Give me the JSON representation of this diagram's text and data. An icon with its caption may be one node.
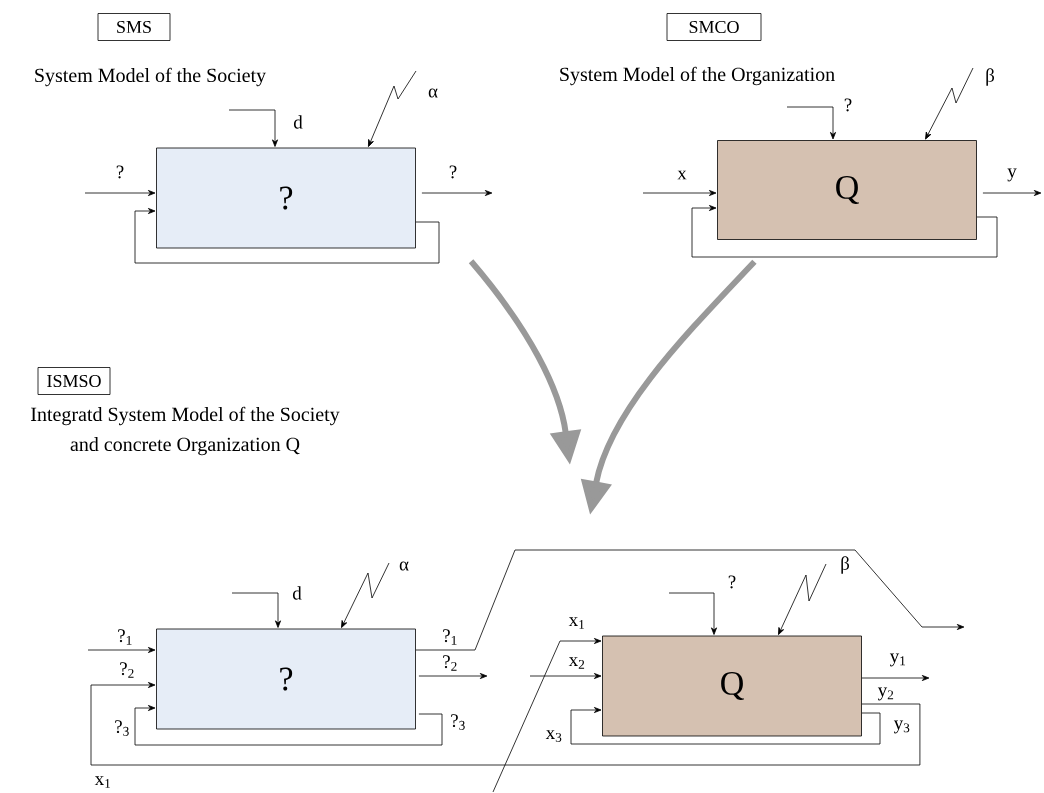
{
  "diagram": {
    "nodes": [
      {
        "text": [
          "SMS"
        ]
      },
      {
        "text": [
          "SMCO"
        ]
      },
      {
        "text": [
          "ISMSO"
        ]
      },
      {
        "text": [
          "?"
        ]
      },
      {
        "text": [
          "Q"
        ]
      },
      {
        "text": [
          "?"
        ]
      },
      {
        "text": [
          "Q"
        ]
      }
    ],
    "edges": [
      {
        "from": null,
        "to": 3,
        "arrow": "to",
        "label": "?"
      },
      {
        "from": 3,
        "to": 3,
        "arrow": "to"
      },
      {
        "from": 3,
        "to": null,
        "arrow": "to",
        "label": "?"
      },
      {
        "from": null,
        "to": 3,
        "arrow": "to",
        "label": "d"
      },
      {
        "from": null,
        "to": 3,
        "arrow": "to",
        "label": "α"
      },
      {
        "from": null,
        "to": 4,
        "arrow": "to",
        "label": "x"
      },
      {
        "from": 4,
        "to": 4,
        "arrow": "to"
      },
      {
        "from": 4,
        "to": null,
        "arrow": "to",
        "label": "y"
      },
      {
        "from": null,
        "to": 4,
        "arrow": "to",
        "label": "?"
      },
      {
        "from": null,
        "to": 4,
        "arrow": "to",
        "label": "β"
      },
      {
        "from": 3,
        "to": null,
        "arrow": "to",
        "style": "thick",
        "color": "#999999"
      },
      {
        "from": 4,
        "to": null,
        "arrow": "to",
        "style": "thick",
        "color": "#999999"
      },
      {
        "from": null,
        "to": 5,
        "arrow": "to",
        "label": "?$_{1}$"
      },
      {
        "from": 6,
        "to": 5,
        "arrow": "to"
      },
      {
        "from": 5,
        "to": 5,
        "arrow": "to",
        "label": "?$_{3}$"
      },
      {
        "from": 5,
        "to": null,
        "arrow": "to",
        "label": "?$_{2}$"
      },
      {
        "from": 5,
        "to": null,
        "arrow": "to",
        "label": "?$_{1}$"
      },
      {
        "from": null,
        "to": 5,
        "arrow": "to",
        "label": "d"
      },
      {
        "from": null,
        "to": 5,
        "arrow": "to",
        "label": "α"
      },
      {
        "from": null,
        "to": 6,
        "arrow": "to",
        "label": "x$_{1}$"
      },
      {
        "from": null,
        "to": 6,
        "arrow": "to",
        "label": "x$_{2}$"
      },
      {
        "from": 6,
        "to": 6,
        "arrow": "to",
        "label": "x$_{3}$"
      },
      {
        "from": 6,
        "to": null,
        "arrow": "to",
        "label": "y$_{1}$"
      },
      {
        "from": null,
        "to": 6,
        "arrow": "to",
        "label": "?"
      },
      {
        "from": null,
        "to": 6,
        "arrow": "to",
        "label": "β"
      }
    ],
    "labels": [
      "System Model of the Society",
      "System Model of the Organization",
      "Integratd System Model of the Society and concrete Organization Q",
      "?$_{2}$",
      "?$_{3}$",
      "y$_{2}$",
      "y$_{3}$",
      "x$_{1}$"
    ]
  }
}
